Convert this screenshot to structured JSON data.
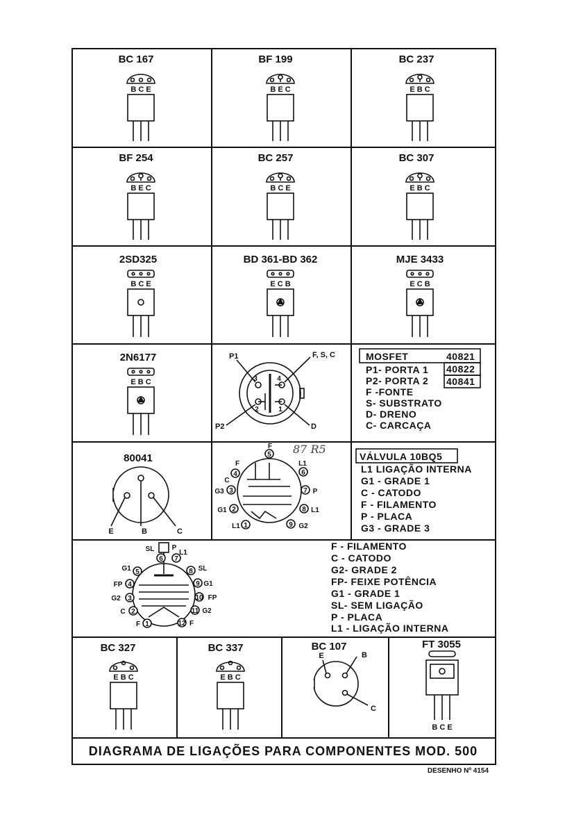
{
  "title": "DIAGRAMA  DE LIGAÇÕES PARA COMPONENTES MOD. 500",
  "drawing_number": "DESENHO Nº 4154",
  "handwritten_note": "87 R5",
  "transistors": {
    "bc167": {
      "name": "BC 167",
      "pins": "B C E"
    },
    "bf199": {
      "name": "BF 199",
      "pins": "B E C"
    },
    "bc237": {
      "name": "BC 237",
      "pins": "E B C"
    },
    "bf254": {
      "name": "BF 254",
      "pins": "B E C"
    },
    "bc257": {
      "name": "BC 257",
      "pins": "B C E"
    },
    "bc307": {
      "name": "BC 307",
      "pins": "E B C"
    },
    "sd325": {
      "name": "2SD325",
      "pins": "B C E"
    },
    "bd361": {
      "name": "BD 361-BD 362",
      "pins": "E C B"
    },
    "mje3433": {
      "name": "MJE 3433",
      "pins": "E C B"
    },
    "n6177": {
      "name": "2N6177",
      "pins": "E B C"
    },
    "bc327": {
      "name": "BC 327",
      "pins": "E B C"
    },
    "bc337": {
      "name": "BC 337",
      "pins": "E B C"
    },
    "bc107": {
      "name": "BC 107",
      "pin_e": "E",
      "pin_b": "B",
      "pin_c": "C"
    },
    "ft3055": {
      "name": "FT 3055",
      "pins": "B C E"
    },
    "p80041": {
      "name": "80041",
      "pin_e": "E",
      "pin_b": "B",
      "pin_c": "C"
    }
  },
  "mosfet": {
    "header": "MOSFET",
    "codes": [
      "40821",
      "40822",
      "40841"
    ],
    "legend": [
      "P1- PORTA 1",
      "P2- PORTA 2",
      "F  -FONTE",
      "S-  SUBSTRATO",
      "D-  DRENO",
      "C-  CARCAÇA"
    ],
    "labels": {
      "p1": "P1",
      "p2": "P2",
      "fsc": "F, S, C",
      "d": "D",
      "n1": "1",
      "n2": "2",
      "n3": "3",
      "n4": "4"
    }
  },
  "valve_10bq5": {
    "header": "VÁLVULA 10BQ5",
    "legend": [
      "L1  LIGAÇÃO INTERNA",
      "G1 - GRADE 1",
      "C   - CATODO",
      "F   - FILAMENTO",
      "P   - PLACA",
      "G3 - GRADE 3"
    ],
    "pins": [
      {
        "num": "1",
        "label": "L1"
      },
      {
        "num": "2",
        "label": "G1"
      },
      {
        "num": "3",
        "label": "G3"
      },
      {
        "num": "4",
        "label": "F"
      },
      {
        "num": "5",
        "label": "F"
      },
      {
        "num": "6",
        "label": "L1"
      },
      {
        "num": "7",
        "label": "P"
      },
      {
        "num": "8",
        "label": "L1"
      },
      {
        "num": "9",
        "label": "G2"
      }
    ],
    "c_label": "C"
  },
  "valve_12": {
    "legend": [
      "F   - FILAMENTO",
      "C   - CATODO",
      "G2- GRADE 2",
      "FP- FEIXE POTÊNCIA",
      "G1 - GRADE 1",
      "SL- SEM LIGAÇÃO",
      "P   - PLACA",
      "L1 - LIGAÇÃO INTERNA"
    ],
    "pins": [
      {
        "num": "1",
        "label": "F"
      },
      {
        "num": "2",
        "label": "C"
      },
      {
        "num": "3",
        "label": "G2"
      },
      {
        "num": "4",
        "label": "FP"
      },
      {
        "num": "5",
        "label": "G1"
      },
      {
        "num": "6",
        "label": "SL"
      },
      {
        "num": "7",
        "label": "L1"
      },
      {
        "num": "8",
        "label": "SL"
      },
      {
        "num": "9",
        "label": "G1"
      },
      {
        "num": "10",
        "label": "FP"
      },
      {
        "num": "11",
        "label": "G2"
      },
      {
        "num": "12",
        "label": "F"
      }
    ],
    "top_p": "P"
  }
}
